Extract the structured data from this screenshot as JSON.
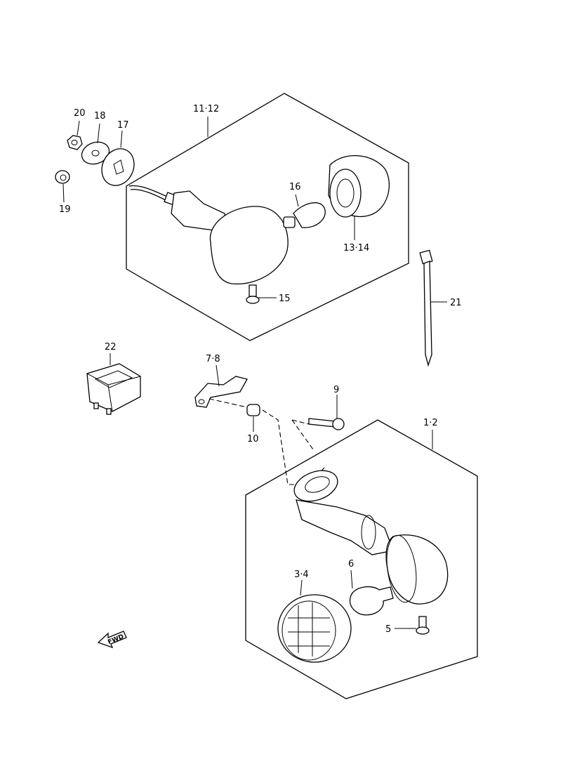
{
  "labels": {
    "p20": "20",
    "p18": "18",
    "p17": "17",
    "p19": "19",
    "p11_12": "11·12",
    "p16": "16",
    "p13_14": "13·14",
    "p15": "15",
    "p21": "21",
    "p22": "22",
    "p7_8": "7·8",
    "p9": "9",
    "p10": "10",
    "p1_2": "1·2",
    "p6": "6",
    "p3_4": "3·4",
    "p5": "5"
  },
  "fwd_arrow": {
    "text": "FWD"
  }
}
